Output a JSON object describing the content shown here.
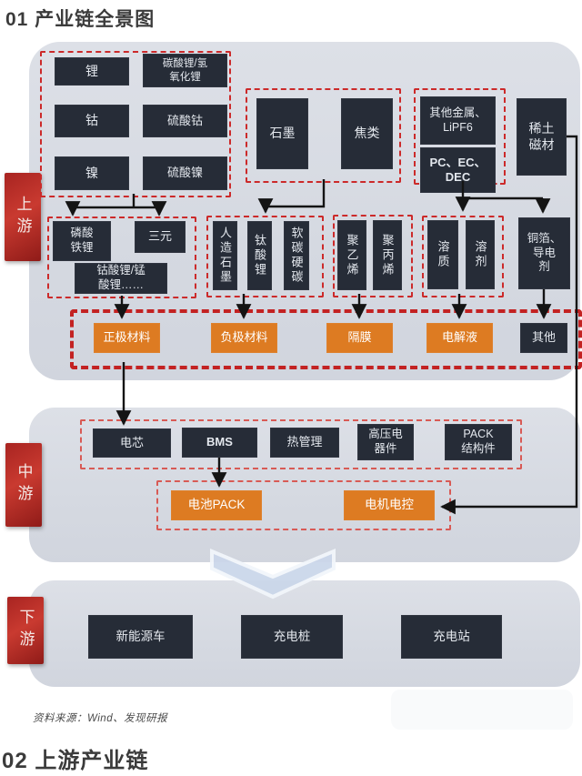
{
  "titles": {
    "top": "01 产业链全景图",
    "bottom": "02 上游产业链",
    "source": "资料来源：Wind、发现研报"
  },
  "stages": {
    "upstream": "上游",
    "midstream": "中游",
    "downstream": "下游"
  },
  "upstream": {
    "metals": [
      "锂",
      "碳酸锂/氢\n氧化锂",
      "钴",
      "硫酸钴",
      "镍",
      "硫酸镍"
    ],
    "carbon": [
      "石墨",
      "焦类"
    ],
    "electrolyte_raw": [
      "其他金属、\nLiPF6",
      "PC、EC、\nDEC"
    ],
    "rare_earth": "稀土\n磁材",
    "cathode_precursors": [
      "磷酸\n铁锂",
      "三元",
      "钴酸锂/锰\n酸锂……"
    ],
    "anode_precursors": [
      "人造石墨",
      "钛酸锂",
      "软碳硬碳"
    ],
    "separator_precursors": [
      "聚乙烯",
      "聚丙烯"
    ],
    "electrolyte_parts": [
      "溶质",
      "溶剂"
    ],
    "copper_conductive": "铜箔、\n导电\n剂",
    "materials": [
      "正极材料",
      "负极材料",
      "隔膜",
      "电解液",
      "其他"
    ]
  },
  "midstream": {
    "components": [
      "电芯",
      "BMS",
      "热管理",
      "高压电\n器件",
      "PACK\n结构件"
    ],
    "systems": [
      "电池PACK",
      "电机电控"
    ]
  },
  "downstream": {
    "applications": [
      "新能源车",
      "充电桩",
      "充电站"
    ]
  },
  "colors": {
    "accent_orange": "#DD7B22",
    "node_dark": "#262C37",
    "dashed_red": "#CC2A2A",
    "stage_label_red": "#B22A24",
    "panel_gray": "#D8DCE3"
  }
}
